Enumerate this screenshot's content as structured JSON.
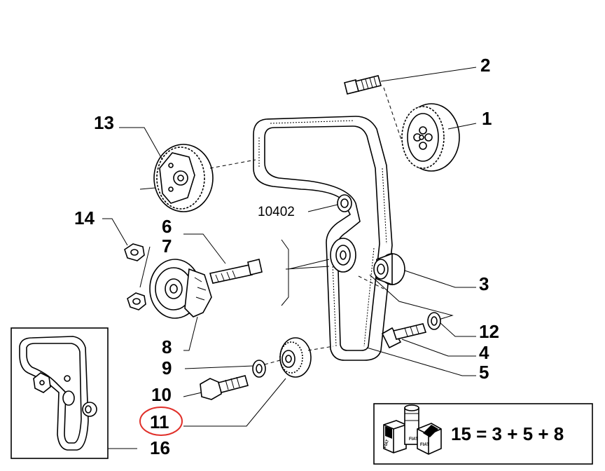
{
  "diagram": {
    "callouts": {
      "c1": "1",
      "c2": "2",
      "c3": "3",
      "c4": "4",
      "c5": "5",
      "c6": "6",
      "c7": "7",
      "c8": "8",
      "c9": "9",
      "c10": "10",
      "c11": "11",
      "c12": "12",
      "c13": "13",
      "c14": "14",
      "c16": "16",
      "belt_ref": "10402"
    },
    "highlighted_callout": "11",
    "highlight_color": "#e0302a",
    "kit_formula": "15 = 3 + 5 + 8",
    "kit_box_labels": [
      "FIAT",
      "FIAT",
      "FIAT"
    ]
  }
}
